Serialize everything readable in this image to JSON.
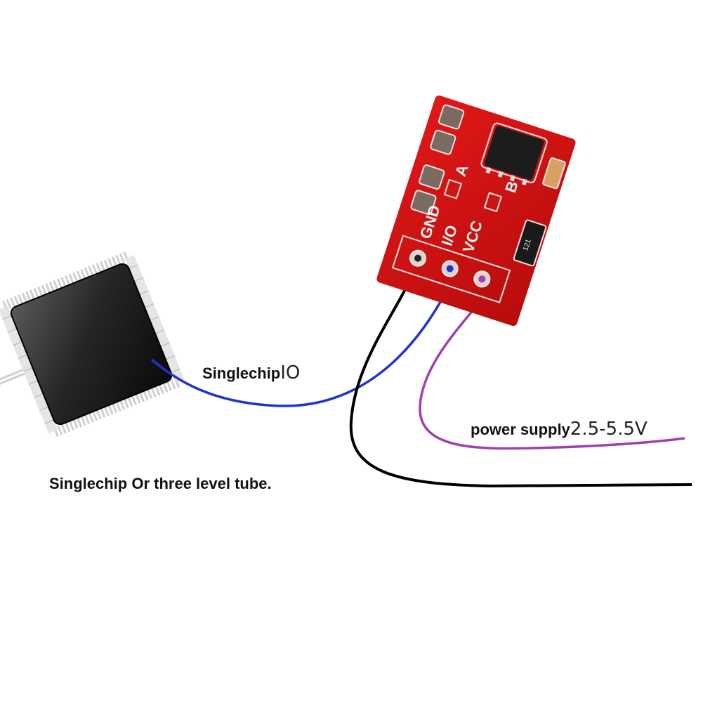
{
  "labels": {
    "io_text": "Singlechip",
    "io_suffix": "IO",
    "power_text": "power supply",
    "power_voltage": "2.5-5.5V",
    "mcu_caption": "Singlechip Or three level tube."
  },
  "board": {
    "silk_gnd": "GND",
    "silk_io": "I/O",
    "silk_vcc": "VCC",
    "silk_a": "A",
    "silk_b": "B",
    "resistor_marking": "121"
  },
  "colors": {
    "board": "#cf1212",
    "wire_ground": "#000000",
    "wire_io": "#2233cc",
    "wire_power": "#a040b0",
    "chip": "#1c1c1c"
  }
}
